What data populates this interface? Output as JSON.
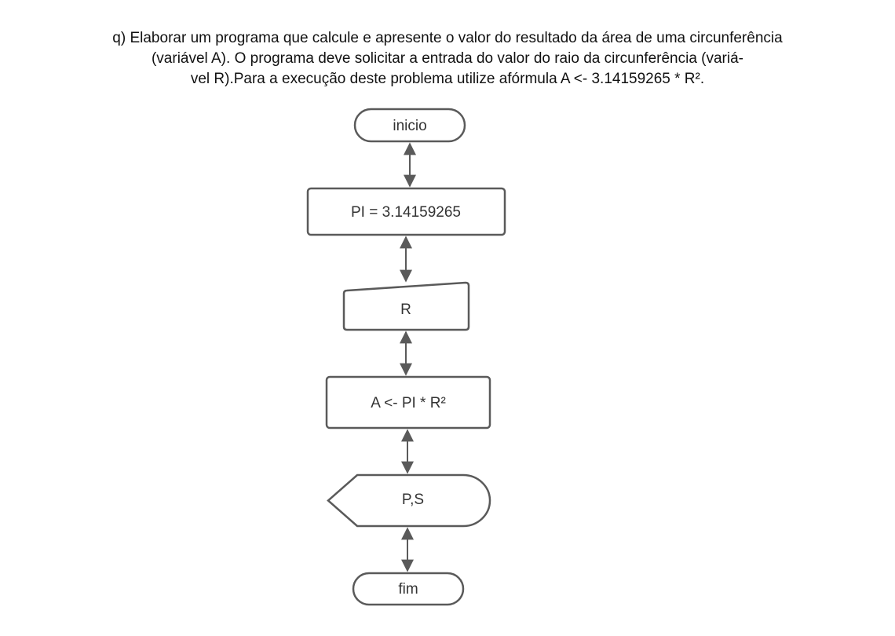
{
  "problem": {
    "lines": [
      "q) Elaborar um programa que calcule e apresente o valor do resultado da área de uma circunferência",
      "(variável A). O programa deve solicitar a entrada do valor do raio da circunferência (variá-",
      "vel R).Para a execução deste problema utilize afórmula A <- 3.14159265 *  R²."
    ]
  },
  "flowchart": {
    "start": "inicio",
    "assign_pi": "PI = 3.14159265",
    "input": "R",
    "process": "A <- PI * R²",
    "output": "P,S",
    "end": "fim"
  },
  "colors": {
    "stroke": "#5a5a5a",
    "text": "#333333"
  }
}
